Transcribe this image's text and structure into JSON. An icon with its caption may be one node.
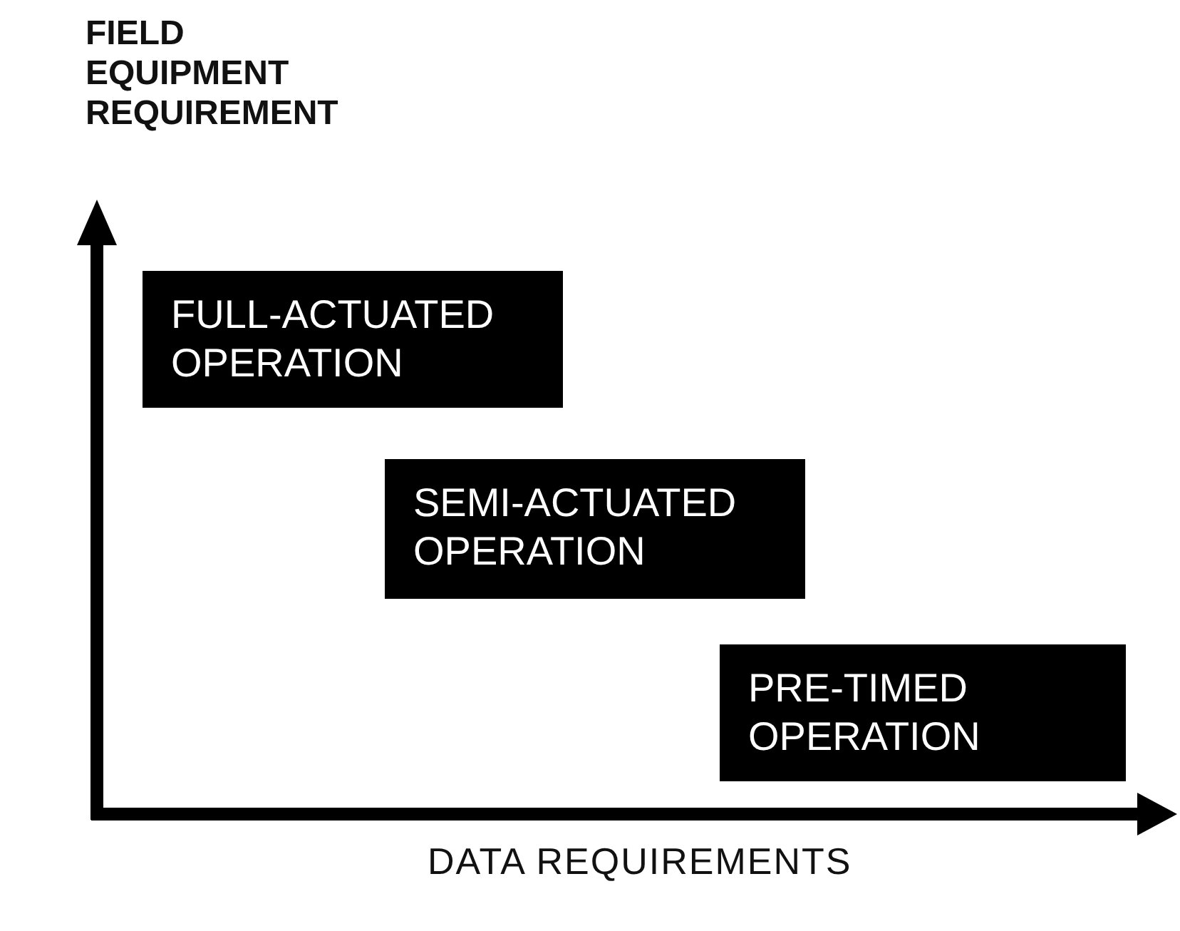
{
  "diagram": {
    "nodes": [
      {
        "text": [
          "FULL-ACTUATED OPERATION"
        ]
      },
      {
        "text": [
          "SEMI-ACTUATED OPERATION"
        ]
      },
      {
        "text": [
          "PRE-TIMED OPERATION"
        ]
      }
    ],
    "labels": [
      "FIELD EQUIPMENT REQUIREMENT",
      "DATA REQUIREMENTS"
    ]
  }
}
